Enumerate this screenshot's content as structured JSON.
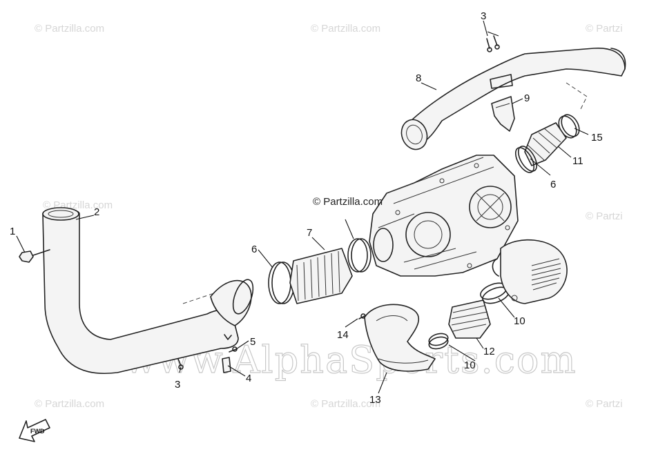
{
  "watermarks": {
    "partzilla": "© Partzilla.com",
    "partzilla_right": "© Partzi",
    "center": "© Partzilla.com",
    "alphasports": "www.AlphaSports.com"
  },
  "direction_marker": "FWD",
  "callouts": [
    {
      "id": "c1",
      "label": "1"
    },
    {
      "id": "c2",
      "label": "2"
    },
    {
      "id": "c3a",
      "label": "3"
    },
    {
      "id": "c3b",
      "label": "3"
    },
    {
      "id": "c4",
      "label": "4"
    },
    {
      "id": "c5",
      "label": "5"
    },
    {
      "id": "c6a",
      "label": "6"
    },
    {
      "id": "c6b",
      "label": "6"
    },
    {
      "id": "c7",
      "label": "7"
    },
    {
      "id": "c8",
      "label": "8"
    },
    {
      "id": "c9",
      "label": "9"
    },
    {
      "id": "c10a",
      "label": "10"
    },
    {
      "id": "c10b",
      "label": "10"
    },
    {
      "id": "c11",
      "label": "11"
    },
    {
      "id": "c12",
      "label": "12"
    },
    {
      "id": "c13",
      "label": "13"
    },
    {
      "id": "c14",
      "label": "14"
    },
    {
      "id": "c15",
      "label": "15"
    }
  ]
}
